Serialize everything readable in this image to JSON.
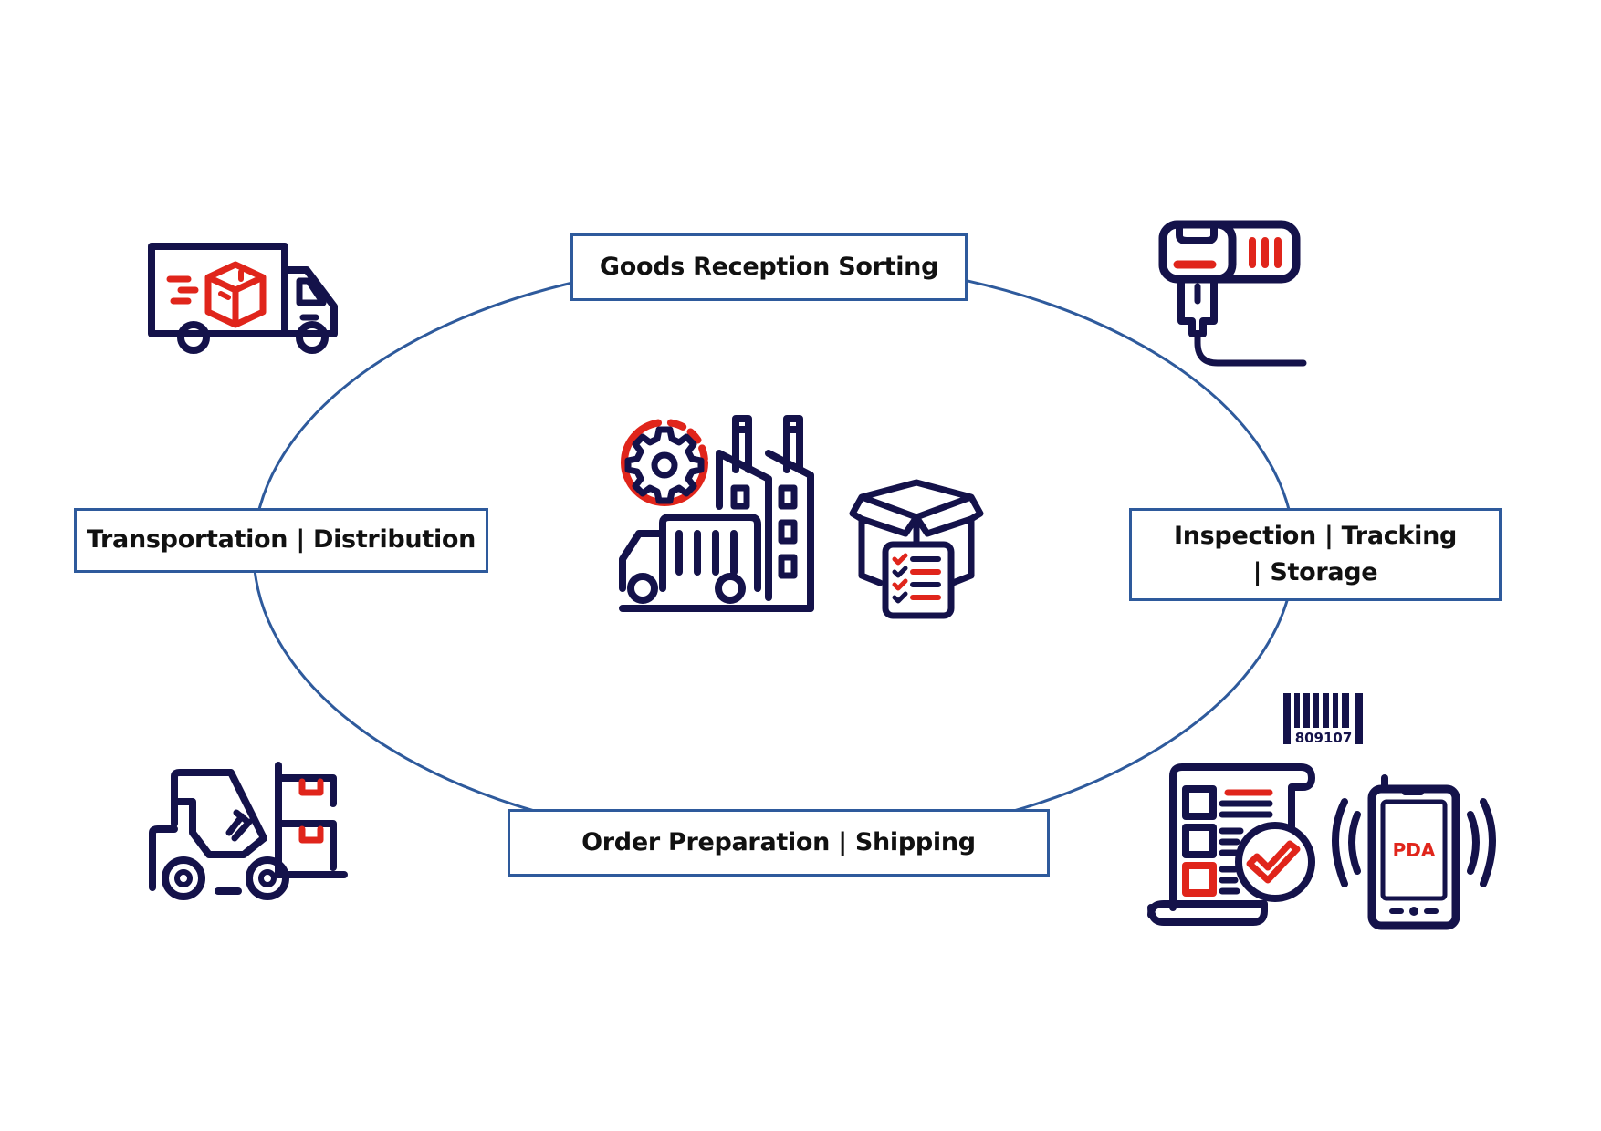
{
  "diagram": {
    "type": "cycle",
    "colors": {
      "ring": "#2e5a9c",
      "icon_primary": "#14124a",
      "icon_accent": "#e0251b",
      "text": "#111111"
    },
    "stages": [
      {
        "id": "top",
        "label": "Goods Reception Sorting"
      },
      {
        "id": "right",
        "label": "Inspection | Tracking | Storage"
      },
      {
        "id": "bottom",
        "label": "Order Preparation | Shipping"
      },
      {
        "id": "left",
        "label": "Transportation | Distribution"
      }
    ],
    "icons": {
      "top_left": "delivery-truck-icon",
      "top_right": "barcode-scanner-icon",
      "bottom_left": "forklift-icon",
      "bottom_right": "checklist-pda-icon",
      "center": "factory-warehouse-icon"
    },
    "barcode_number": "809107",
    "pda_label": "PDA"
  }
}
